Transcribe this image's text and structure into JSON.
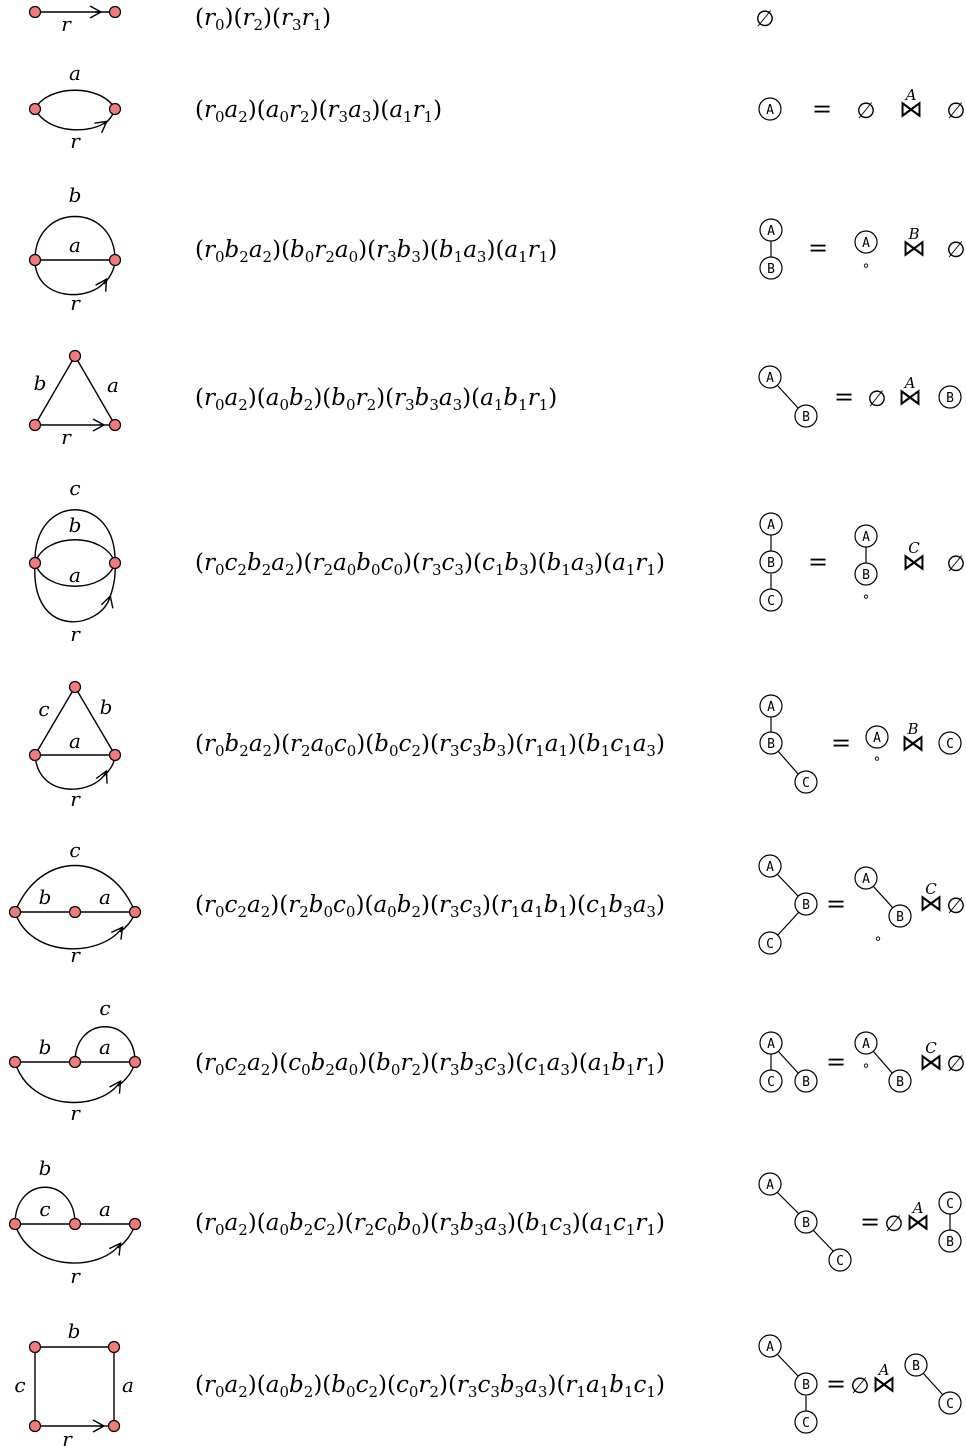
{
  "rows": [
    {
      "edges": [
        "r"
      ],
      "permutation": "(r0)(r2)(r3r1)",
      "empty_set": "∅"
    },
    {
      "edges": [
        "a",
        "r"
      ],
      "permutation": "(r0a2)(a0r2)(r3a3)(a1r1)",
      "tree_nodes": [
        "A"
      ],
      "operator_label": "A",
      "empty_set": "∅"
    },
    {
      "edges": [
        "b",
        "a",
        "r"
      ],
      "permutation": "(r0b2a2)(b0r2a0)(r3b3)(b1a3)(a1r1)",
      "tree_nodes": [
        "A",
        "B"
      ],
      "operator_label": "B",
      "empty_set": "∅"
    },
    {
      "edges": [
        "b",
        "a",
        "r"
      ],
      "permutation": "(r0a2)(a0b2)(b0r2)(r3b3a3)(a1b1r1)",
      "tree_nodes": [
        "A",
        "B"
      ],
      "operator_label": "A",
      "empty_set": "∅"
    },
    {
      "edges": [
        "c",
        "b",
        "a",
        "r"
      ],
      "permutation": "(r0c2b2a2)(r2a0b0c0)(r3c3)(c1b3)(b1a3)(a1r1)",
      "tree_nodes": [
        "A",
        "B",
        "C"
      ],
      "operator_label": "C",
      "empty_set": "∅"
    },
    {
      "edges": [
        "c",
        "b",
        "a",
        "r"
      ],
      "permutation": "(r0b2a2)(r2a0c0)(b0c2)(r3c3b3)(r1a1)(b1c1a3)",
      "tree_nodes": [
        "A",
        "B",
        "C"
      ],
      "operator_label": "B"
    },
    {
      "edges": [
        "c",
        "b",
        "a",
        "r"
      ],
      "permutation": "(r0c2a2)(r2b0c0)(a0b2)(r3c3)(r1a1b1)(c1b3a3)",
      "tree_nodes": [
        "A",
        "B",
        "C"
      ],
      "operator_label": "C",
      "empty_set": "∅"
    },
    {
      "edges": [
        "c",
        "b",
        "a",
        "r"
      ],
      "permutation": "(r0c2a2)(c0b2a0)(b0r2)(r3b3c3)(c1a3)(a1b1r1)",
      "tree_nodes": [
        "A",
        "C",
        "B"
      ],
      "operator_label": "C",
      "empty_set": "∅"
    },
    {
      "edges": [
        "b",
        "c",
        "a",
        "r"
      ],
      "permutation": "(r0a2)(a0b2c2)(r2c0b0)(r3b3a3)(b1c3)(a1c1r1)",
      "tree_nodes": [
        "A",
        "B",
        "C"
      ],
      "operator_label": "A",
      "empty_set": "∅"
    },
    {
      "edges": [
        "b",
        "c",
        "a",
        "r"
      ],
      "permutation": "(r0a2)(a0b2)(b0c2)(c0r2)(r3c3b3a3)(r1a1b1c1)",
      "tree_nodes": [
        "A",
        "B",
        "C"
      ],
      "operator_label": "A",
      "empty_set": "∅"
    }
  ],
  "symbols": {
    "equals": "=",
    "bowtie": "⋈",
    "hole": "∘"
  }
}
